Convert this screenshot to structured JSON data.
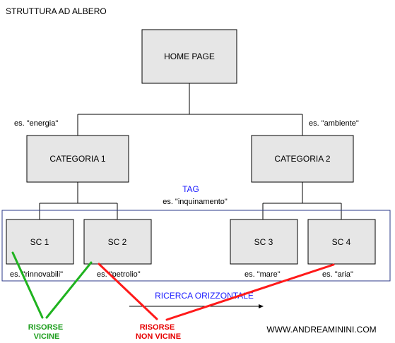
{
  "title": "STRUTTURA AD ALBERO",
  "colors": {
    "box_fill": "#e6e6e6",
    "tag_text": "#1a1aff",
    "tag_frame": "#2b3a8a",
    "near": "#1fb31f",
    "far": "#ff1a1a",
    "near_text": "#1e9e1e",
    "far_text": "#e60000"
  },
  "nodes": {
    "home": "HOME PAGE",
    "cat1": "CATEGORIA 1",
    "cat2": "CATEGORIA 2",
    "sc1": "SC 1",
    "sc2": "SC 2",
    "sc3": "SC 3",
    "sc4": "SC 4"
  },
  "labels": {
    "energia": "es. \"energia\"",
    "ambiente": "es. \"ambiente\"",
    "tag": "TAG",
    "inquinamento": "es. \"inquinamento\"",
    "rinnovabili": "es. \"rinnovabili\"",
    "petrolio": "es. \"petrolio\"",
    "mare": "es. \"mare\"",
    "aria": "es. \"aria\"",
    "ricerca": "RICERCA ORIZZONTALE",
    "risorse_vicine": [
      "RISORSE",
      "VICINE"
    ],
    "risorse_non_vicine": [
      "RISORSE",
      "NON VICINE"
    ],
    "website": "WWW.ANDREAMININI.COM"
  }
}
